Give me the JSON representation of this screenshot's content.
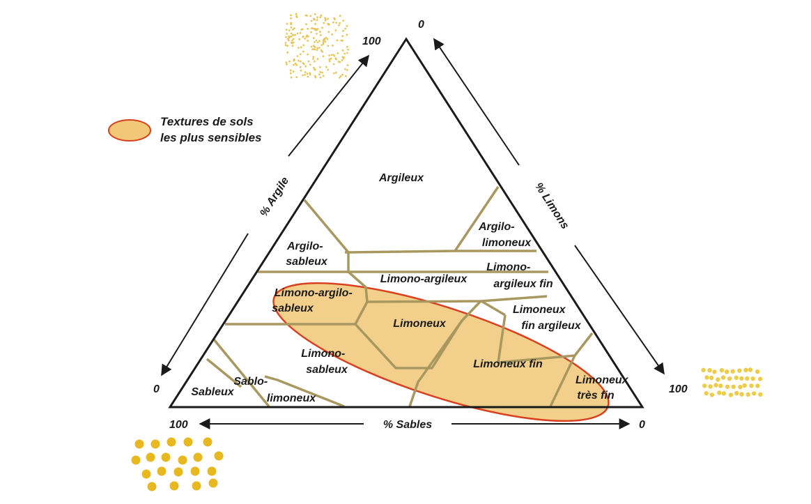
{
  "regions": {
    "argileux": "Argileux",
    "argilo_sableux": [
      "Argilo-",
      "sableux"
    ],
    "argilo_limoneux": [
      "Argilo-",
      "limoneux"
    ],
    "limono_argileux": "Limono-argileux",
    "limono_argileux_fin": [
      "Limono-",
      "argileux fin"
    ],
    "limono_argilo_sableux": [
      "Limono-argilo-",
      "sableux"
    ],
    "limoneux": "Limoneux",
    "limoneux_fin_argileux": [
      "Limoneux",
      "fin argileux"
    ],
    "limono_sableux": [
      "Limono-",
      "sableux"
    ],
    "limoneux_fin": "Limoneux fin",
    "sableux": "Sableux",
    "sablo_limoneux": [
      "Sablo-",
      "limoneux"
    ],
    "limoneux_tres_fin": [
      "Limoneux",
      "très fin"
    ]
  },
  "axes": {
    "argile": "% Argile",
    "limons": "% Limons",
    "sables": "% Sables"
  },
  "ticks": {
    "argile_100": "100",
    "argile_0": "0",
    "limons_0": "0",
    "limons_100": "100",
    "sables_100": "100",
    "sables_0": "0"
  },
  "legend": {
    "line1": "Textures de sols",
    "line2": "les plus sensibles"
  },
  "colors": {
    "highlight_fill": "#f0c878",
    "highlight_edge": "#d84020",
    "boundary": "#a89860",
    "triangle": "#1a1a1a",
    "grain": "#e8b820"
  }
}
